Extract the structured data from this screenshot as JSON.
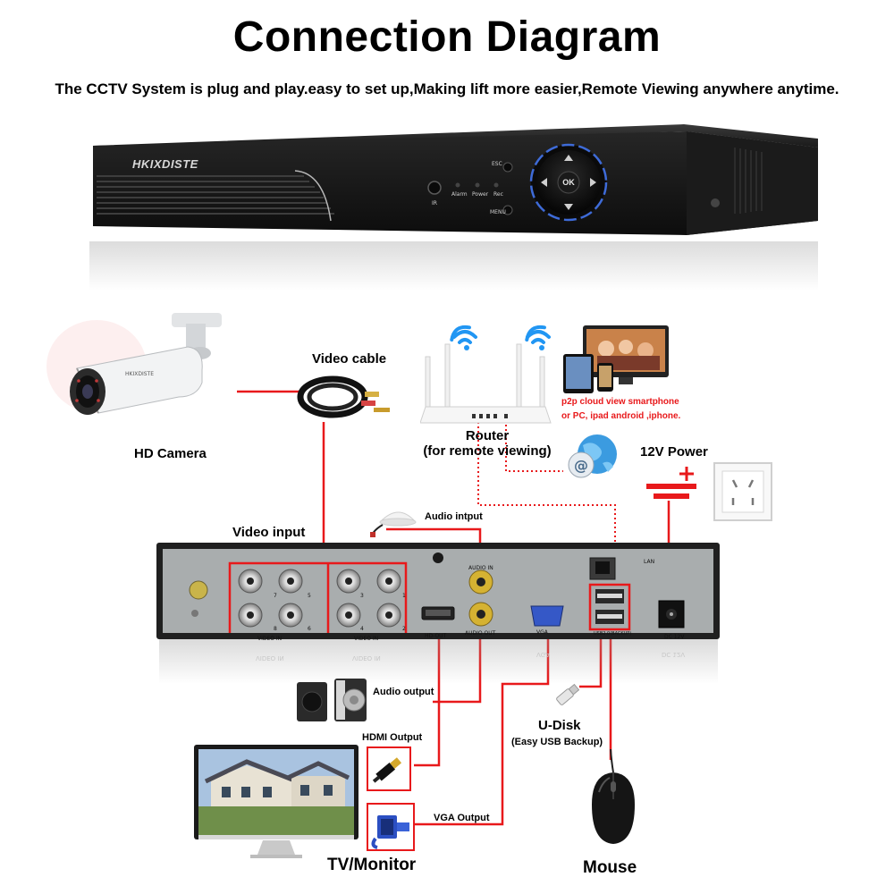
{
  "header": {
    "title": "Connection Diagram",
    "subtitle": "The CCTV System is plug and play.easy to set up,Making lift more easier,Remote Viewing anywhere anytime."
  },
  "dvr_front": {
    "brand": "HKIXDISTE",
    "ir_label": "IR",
    "led_labels": [
      "Alarm",
      "Power",
      "Rec"
    ],
    "esc_label": "ESC",
    "menu_label": "MENU",
    "ok_label": "OK"
  },
  "components": {
    "camera": "HD Camera",
    "video_cable": "Video cable",
    "router_line1": "Router",
    "router_line2": "(for remote viewing)",
    "p2p_line1": "p2p cloud  view smartphone",
    "p2p_line2": "or PC, ipad android ,iphone.",
    "power": "12V Power",
    "video_input": "Video input",
    "audio_input": "Audio intput",
    "audio_output": "Audio output",
    "hdmi_output": "HDMI Output",
    "vga_output": "VGA Output",
    "udisk_line1": "U-Disk",
    "udisk_line2": "(Easy USB Backup)",
    "tv_monitor": "TV/Monitor",
    "mouse": "Mouse"
  },
  "back_panel": {
    "video_in_a": "VIDEO IN",
    "video_in_b": "VIDEO IN",
    "hd_out": "HD-OUT",
    "audio_in": "AUDIO IN",
    "audio_out": "AUDIO OUT",
    "vga": "VGA",
    "lan": "LAN",
    "usb_backup": "USB2.0(BACKUP)",
    "dc": "DC 12V",
    "channel_numbers": [
      "7",
      "5",
      "3",
      "1",
      "8",
      "6",
      "4",
      "2"
    ]
  },
  "colors": {
    "line_red": "#e8191b",
    "dvr_body": "#1e1e1e",
    "panel_grey": "#a9adae",
    "wifi_blue": "#1e88e5"
  }
}
